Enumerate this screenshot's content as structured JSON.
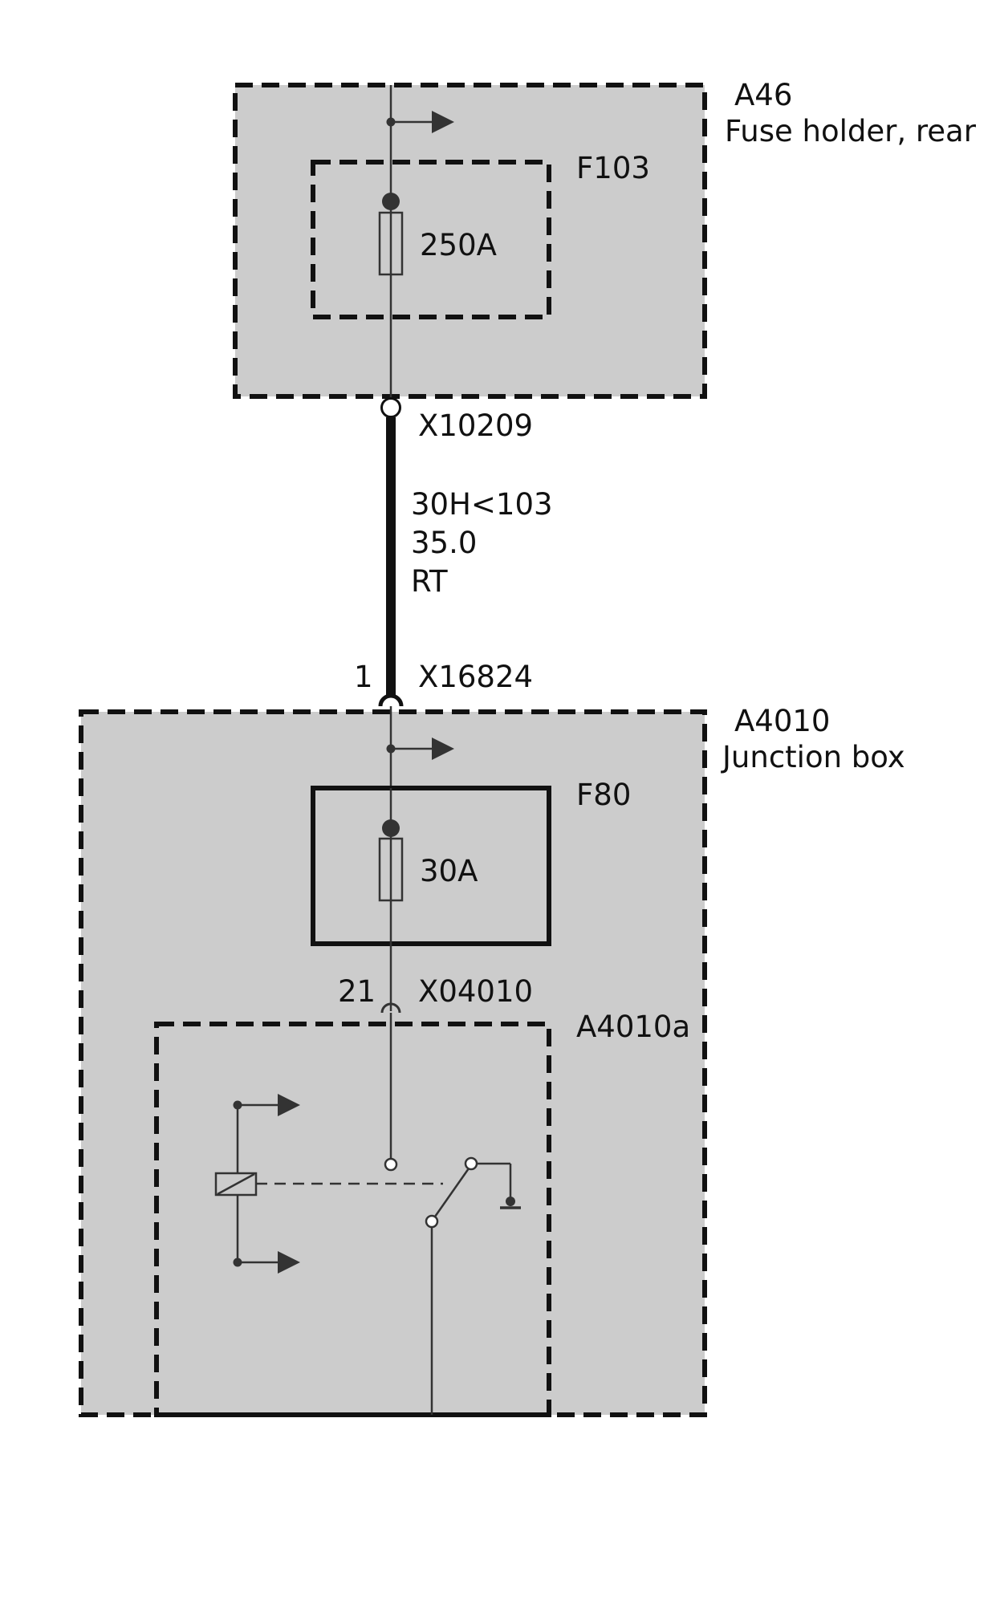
{
  "components": {
    "a46": {
      "id": "A46",
      "name": "Fuse holder, rear"
    },
    "f103": {
      "id": "F103",
      "rating": "250A"
    },
    "a4010": {
      "id": "A4010",
      "name": "Junction box"
    },
    "f80": {
      "id": "F80",
      "rating": "30A"
    },
    "a4010a": {
      "id": "A4010a"
    }
  },
  "connectors": {
    "x10209": {
      "id": "X10209"
    },
    "x16824": {
      "id": "X16824",
      "pin": "1"
    },
    "x04010": {
      "id": "X04010",
      "pin": "21"
    }
  },
  "wire": {
    "circuit": "30H<103",
    "cross_section": "35.0",
    "color_code": "RT"
  },
  "colors": {
    "module_fill": "#cccccc",
    "line": "#333333",
    "border": "#111111",
    "background": "#ffffff"
  }
}
